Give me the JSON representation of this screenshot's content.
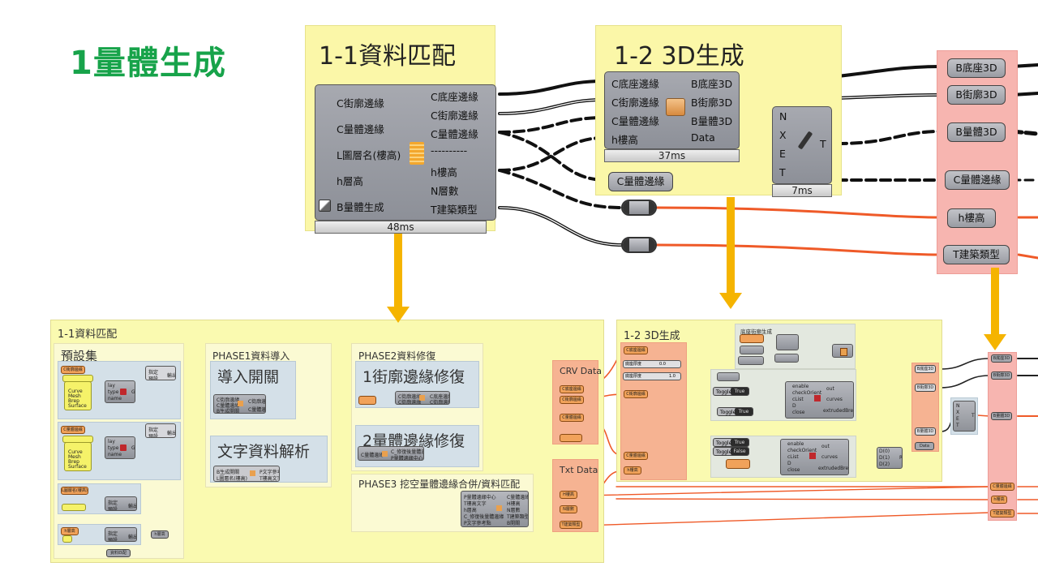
{
  "page_title": "1量體生成",
  "colors": {
    "accent_green": "#17a34a",
    "arrow": "#f5b400",
    "wire_data": "#ef5a28",
    "wire_geometry": "#111111"
  },
  "top": {
    "group_1_1": {
      "title": "1-1資料匹配",
      "component": {
        "inputs": [
          "C街廓邊緣",
          "C量體邊緣",
          "L圖層名(樓高)",
          "h層高",
          "B量體生成"
        ],
        "outputs": [
          "C底座邊緣",
          "C街廓邊緣",
          "C量體邊緣",
          "----------",
          "h樓高",
          "N層數",
          "T建築類型"
        ],
        "icon": "building-icon",
        "timer": "48ms"
      }
    },
    "group_1_2": {
      "title": "1-2 3D生成",
      "component": {
        "inputs": [
          "C底座邊緣",
          "C街廓邊緣",
          "C量體邊緣",
          "h樓高"
        ],
        "outputs": [
          "B底座3D",
          "B街廓3D",
          "B量體3D",
          "Data"
        ],
        "icon": "package-icon",
        "timer": "37ms"
      },
      "tree_component": {
        "inputs": [
          "N",
          "X",
          "E",
          "T"
        ],
        "outputs": [
          "T"
        ],
        "icon": "saw-icon",
        "timer": "7ms"
      },
      "relay_param": "C量體邊緣"
    },
    "output_params": [
      "B底座3D",
      "B街廓3D",
      "B量體3D",
      "C量體邊緣",
      "h樓高",
      "T建築類型"
    ]
  },
  "bottom": {
    "group_1_1": {
      "title": "1-1資料匹配",
      "presets": {
        "title": "預設集",
        "blocks": [
          {
            "param": "C街廓邊緣",
            "panel_list": [
              "Curve",
              "Mesh",
              "Brep",
              "Surface"
            ],
            "switch_inputs": [
              "指定",
              "預設"
            ],
            "switch_output": "輸出",
            "layer_inputs": [
              "lay",
              "type",
              "name"
            ],
            "layer_output": "G"
          },
          {
            "param": "C量體邊緣",
            "panel_list": [
              "Curve",
              "Mesh",
              "Brep",
              "Surface"
            ],
            "switch_inputs": [
              "指定",
              "預設"
            ],
            "switch_output": "輸出",
            "layer_inputs": [
              "lay",
              "type",
              "name"
            ],
            "layer_output": "G"
          },
          {
            "param": "L圖層名(樓高)",
            "switch_inputs": [
              "指定",
              "預設"
            ],
            "switch_output": "輸出"
          },
          {
            "param": "h層高",
            "switch_inputs": [
              "指定",
              "預設"
            ],
            "switch_output": "輸出",
            "relay": "h層高"
          }
        ],
        "bottom_param": "資料匹配"
      },
      "phase1": {
        "title": "PHASE1資料導入",
        "switch_group": {
          "title": "導入開關",
          "inputs": [
            "C街廓邊緣",
            "C量體邊緣",
            "B生成開關"
          ],
          "outputs": [
            "C街廓邊緣",
            "C量體邊緣"
          ]
        },
        "text_group": {
          "title": "文字資料解析",
          "inputs": [
            "B生成開關",
            "L圖層名(樓高)"
          ],
          "outputs": [
            "P文字參考點",
            "T樓高文字"
          ]
        }
      },
      "phase2": {
        "title": "PHASE2資料修復",
        "street_repair": {
          "title": "1街廓邊緣修復",
          "inputs": [
            "C街廓邊緣",
            "C街廓邊緣"
          ],
          "outputs": [
            "C底座邊緣",
            "C街廓邊緣"
          ]
        },
        "mass_repair": {
          "title": "2量體邊緣修復",
          "inputs": [
            "C量體邊緣"
          ],
          "outputs": [
            "C_修復後量體邊緣",
            "P量體邊緣中心"
          ]
        }
      },
      "phase3": {
        "title": "PHASE3 挖空量體邊緣合併/資料匹配",
        "inputs": [
          "P量體邊緣中心",
          "T樓高文字",
          "h層高",
          "C_修復後量體邊緣",
          "P文字參考點"
        ],
        "outputs": [
          "C量體邊緣",
          "H樓高",
          "N層數",
          "T建築類型",
          "B開關"
        ]
      }
    },
    "crv_data": {
      "title": "CRV Data",
      "params": [
        "C底座邊緣",
        "C街廓邊緣",
        "C量體邊緣",
        ""
      ]
    },
    "txt_data": {
      "title": "Txt Data",
      "params": [
        "H樓高",
        "N層數",
        "T建築類型"
      ]
    },
    "group_1_2": {
      "title": "1-2 3D生成",
      "inputs_params": [
        "C底座邊緣",
        "C街廓邊緣",
        "C量體邊緣",
        "h樓高"
      ],
      "sliders": [
        {
          "label": "底座厚度",
          "value": "0.0"
        },
        {
          "label": "底座厚度",
          "value": "1.0"
        }
      ],
      "base_group_title": "底座街廓生成",
      "toggles": [
        {
          "label": "Toggle",
          "value": "True"
        },
        {
          "label": "Toggle",
          "value": "True"
        },
        {
          "label": "Toggle",
          "value": "True"
        },
        {
          "label": "Toggle",
          "value": "False"
        }
      ],
      "extrude_inputs": [
        "enable",
        "checkOrient",
        "cList",
        "D",
        "close"
      ],
      "extrude_outputs": [
        "out",
        "curves",
        "extrudedBreps"
      ],
      "merge_inputs": [
        "D(0)",
        "D(1)",
        "D(2)"
      ],
      "merge_output": "R",
      "outputs": [
        "B底座3D",
        "B街廓3D",
        "B量體3D",
        "Data"
      ]
    },
    "tree_component_inputs": [
      "N",
      "X",
      "E",
      "T"
    ],
    "tree_component_output": "T",
    "right_params": [
      "B底座3D",
      "B街廓3D",
      "B量體3D",
      "C量體邊緣",
      "h樓高",
      "T建築類型"
    ]
  }
}
